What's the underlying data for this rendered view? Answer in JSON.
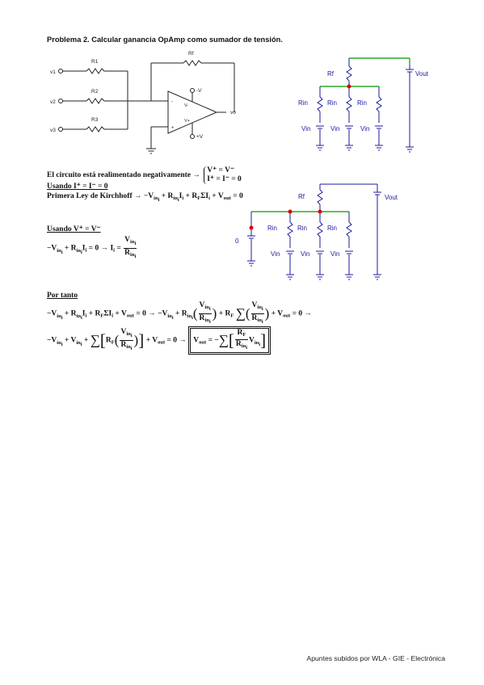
{
  "title": "Problema 2. Calcular ganancia OpAmp como sumador de tensión.",
  "opamp_circuit": {
    "inputs": [
      "v1",
      "v2",
      "v3"
    ],
    "resistors": [
      "R1",
      "R2",
      "R3"
    ],
    "feedback": "Rf",
    "output": "vo",
    "supply_neg": "-V",
    "supply_pos": "+V",
    "pin_neg": "V-",
    "pin_pos": "V+"
  },
  "equiv_circuit_1": {
    "rf": "Rf",
    "rin": "Rin",
    "vin": "Vin",
    "vout": "Vout"
  },
  "equiv_circuit_2": {
    "rf": "Rf",
    "rin": "Rin",
    "vin": "Vin",
    "vout": "Vout",
    "zero": "0"
  },
  "text": {
    "feedback_intro": "El circuito está realimentado negativamente →",
    "sys_line1": "V⁺ = V⁻",
    "sys_line2": "I⁺ = I⁻ = 0",
    "using_currents": "Usando I⁺ = I⁻ = 0",
    "kirchhoff_label": "Primera Ley de Kirchhoff →",
    "using_voltages": "Usando V⁺ = V⁻",
    "therefore": "Por tanto"
  },
  "footer": "Apuntes subidos por WLA - GIE - Electrónica"
}
